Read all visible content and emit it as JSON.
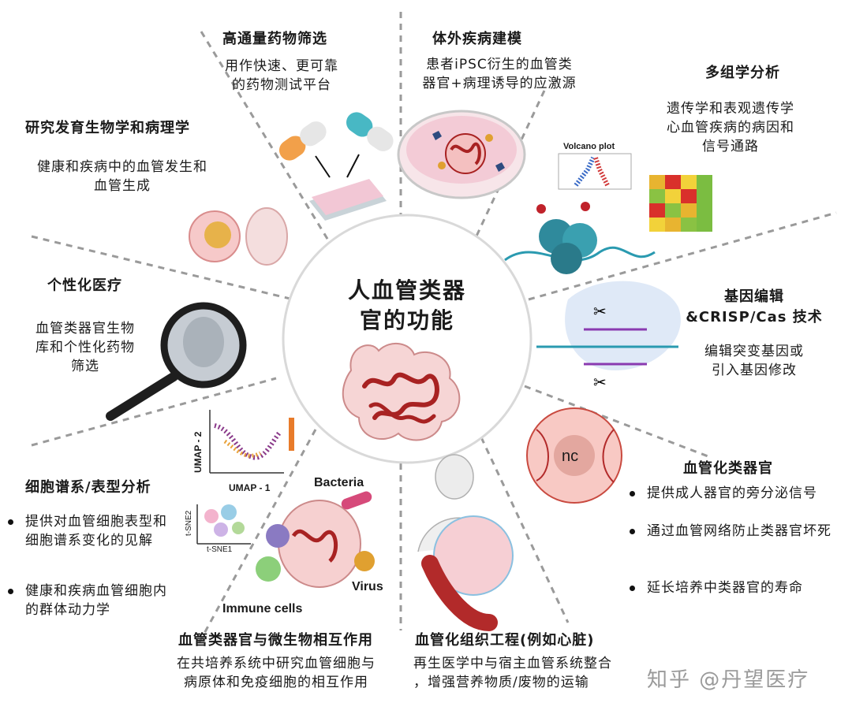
{
  "center": {
    "title_line1": "人血管类器",
    "title_line2": "官的功能"
  },
  "sections": {
    "hts": {
      "title": "高通量药物筛选",
      "body": [
        "用作快速、更可靠",
        "的药物测试平台"
      ]
    },
    "disease_model": {
      "title": "体外疾病建模",
      "body": [
        "患者iPSC衍生的血管类",
        "器官+病理诱导的应激源"
      ]
    },
    "omics": {
      "title": "多组学分析",
      "body": [
        "遗传学和表观遗传学",
        "心血管疾病的病因和",
        "信号通路"
      ]
    },
    "development": {
      "title": "研究发育生物学和病理学",
      "body": [
        "健康和疾病中的血管发生和",
        "血管生成"
      ]
    },
    "personalized": {
      "title": "个性化医疗",
      "body": [
        "血管类器官生物",
        "库和个性化药物",
        "筛选"
      ]
    },
    "gene_editing": {
      "title_line1": "基因编辑",
      "title_line2": "&CRISP/Cas 技术",
      "body": [
        "编辑突变基因或",
        "引入基因修改"
      ]
    },
    "vascularized": {
      "title": "血管化类器官",
      "bullets": [
        "提供成人器官的旁分泌信号",
        "通过血管网络防止类器官坏死",
        "延长培养中类器官的寿命"
      ]
    },
    "lineage": {
      "title": "细胞谱系/表型分析",
      "bullets": [
        "提供对血管细胞表型和细胞谱系变化的见解",
        "健康和疾病血管细胞内的群体动力学"
      ]
    },
    "microbe": {
      "title": "血管类器官与微生物相互作用",
      "body": [
        "在共培养系统中研究血管细胞与",
        "病原体和免疫细胞的相互作用"
      ]
    },
    "tissue_eng": {
      "title": "血管化组织工程(例如心脏)",
      "body": [
        "再生医学中与宿主血管系统整合",
        "，增强营养物质/废物的运输"
      ]
    }
  },
  "figure_labels": {
    "volcano": "Volcano plot",
    "umap_y": "UMAP - 2",
    "umap_x": "UMAP - 1",
    "tsne_y": "t-SNE2",
    "tsne_x": "t-SNE1",
    "bacteria": "Bacteria",
    "virus": "Virus",
    "immune": "Immune cells",
    "nc": "nc"
  },
  "watermark": "知乎 @丹望医疗",
  "colors": {
    "vessel": "#b22a2a",
    "organoid_fill": "#f4c9c9",
    "accent_blue": "#2a9ab0",
    "dash": "#9a9a9a"
  }
}
